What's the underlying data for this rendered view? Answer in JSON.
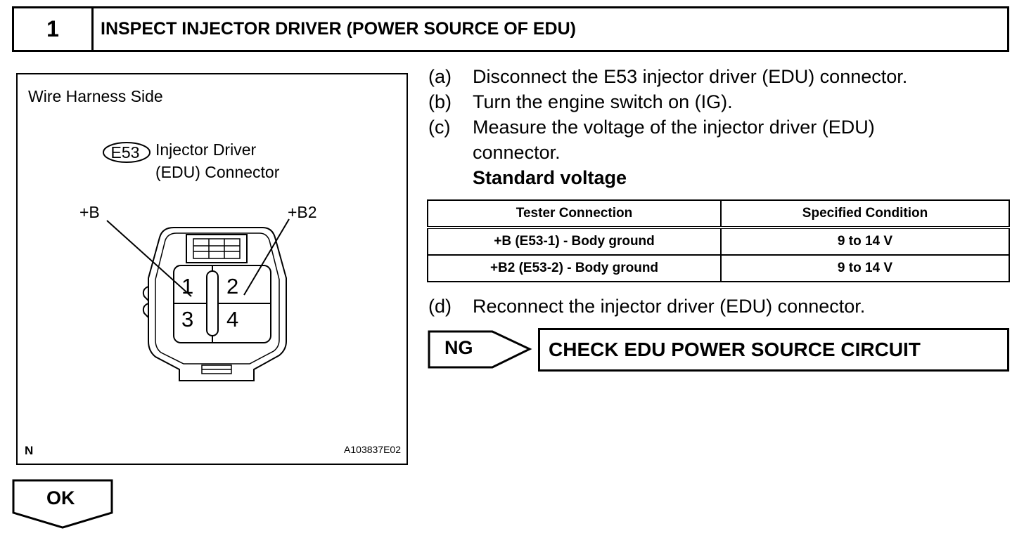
{
  "header": {
    "step_number": "1",
    "title": "INSPECT INJECTOR DRIVER (POWER SOURCE OF EDU)"
  },
  "illustration": {
    "side_label": "Wire Harness Side",
    "connector_code": "E53",
    "connector_name_line1": "Injector Driver",
    "connector_name_line2": "(EDU) Connector",
    "terminal_label_b": "+B",
    "terminal_label_b2": "+B2",
    "pins": [
      "1",
      "2",
      "3",
      "4"
    ],
    "corner_code": "N",
    "figure_id": "A103837E02"
  },
  "steps": [
    {
      "letter": "(a)",
      "text": "Disconnect the E53 injector driver (EDU) connector."
    },
    {
      "letter": "(b)",
      "text": "Turn the engine switch on (IG)."
    },
    {
      "letter": "(c)",
      "text": "Measure the voltage of the injector driver (EDU)",
      "text2": "connector."
    },
    {
      "letter": "(d)",
      "text": "Reconnect the injector driver (EDU) connector."
    }
  ],
  "standard_label": "Standard voltage",
  "table": {
    "headers": [
      "Tester Connection",
      "Specified Condition"
    ],
    "rows": [
      [
        "+B (E53-1) - Body ground",
        "9 to 14 V"
      ],
      [
        "+B2 (E53-2) - Body ground",
        "9 to 14 V"
      ]
    ]
  },
  "results": {
    "ng_label": "NG",
    "ng_action": "CHECK EDU POWER SOURCE CIRCUIT",
    "ok_label": "OK"
  }
}
